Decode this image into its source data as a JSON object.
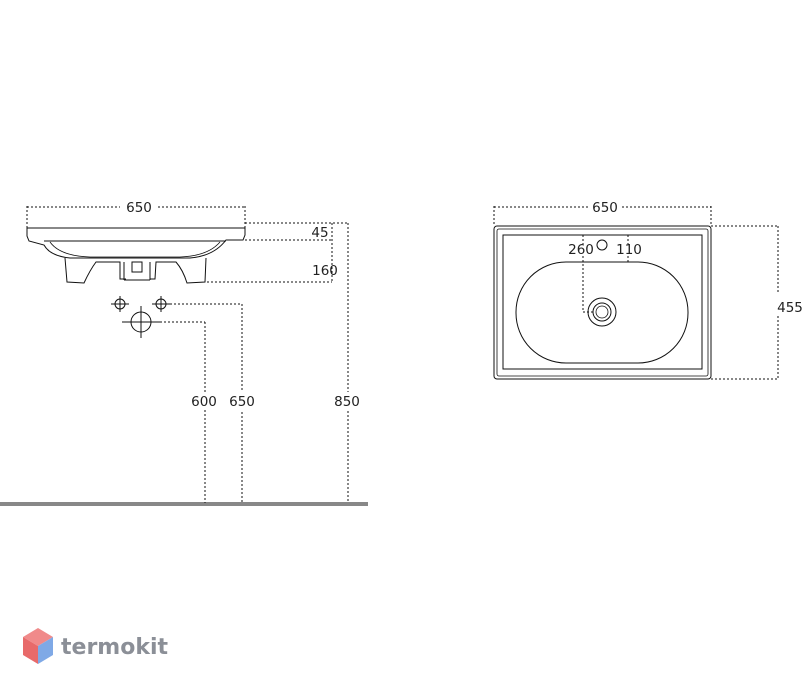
{
  "side_view": {
    "width_label": "650",
    "rim_height_label": "45",
    "depth_label": "160",
    "water_inlet_height_label": "600",
    "drain_height_label": "650",
    "total_height_label": "850"
  },
  "top_view": {
    "width_label": "650",
    "depth_label": "455",
    "faucet_offset_label": "260",
    "faucet_spacing_label": "110"
  },
  "watermark": {
    "text": "termokit",
    "colors": {
      "top": "#f08a8a",
      "left": "#e86a6a",
      "right": "#7fa9e6",
      "text": "#8b8f97"
    }
  }
}
